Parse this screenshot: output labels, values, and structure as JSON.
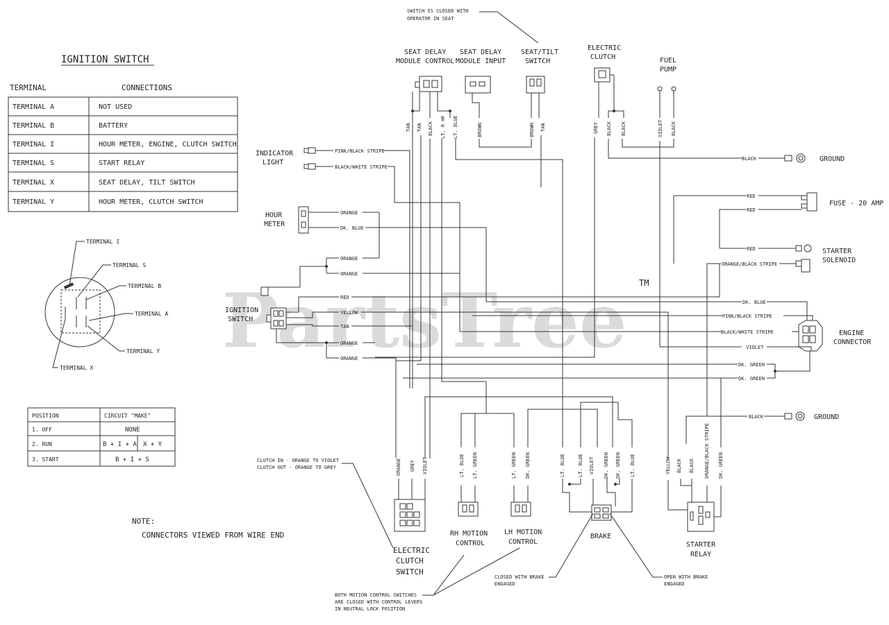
{
  "ignition": {
    "title": "IGNITION SWITCH",
    "col_terminal": "TERMINAL",
    "col_connections": "CONNECTIONS",
    "rows": [
      {
        "terminal": "TERMINAL  A",
        "conn": "NOT USED"
      },
      {
        "terminal": "TERMINAL  B",
        "conn": "BATTERY"
      },
      {
        "terminal": "TERMINAL  I",
        "conn": "HOUR METER, ENGINE, CLUTCH SWITCH"
      },
      {
        "terminal": "TERMINAL  S",
        "conn": "START RELAY"
      },
      {
        "terminal": "TERMINAL  X",
        "conn": "SEAT DELAY, TILT SWITCH"
      },
      {
        "terminal": "TERMINAL  Y",
        "conn": "HOUR METER, CLUTCH SWITCH"
      }
    ],
    "switch_labels": {
      "i": "TERMINAL I",
      "s": "TERMINAL S",
      "b": "TERMINAL B",
      "a": "TERMINAL A",
      "y": "TERMINAL Y",
      "x": "TERMINAL X"
    }
  },
  "positions": {
    "h1": "POSITION",
    "h2": "CIRCUIT \"MAKE\"",
    "r1a": "1. OFF",
    "r1b": "NONE",
    "r2a": "2. RUN",
    "r2b": "B + I + A",
    "r2c": "X + Y",
    "r3a": "3. START",
    "r3b": "B + I + S"
  },
  "note": {
    "l1": "NOTE:",
    "l2": "CONNECTORS VIEWED FROM WIRE END"
  },
  "watermark": {
    "text": "PartsTree",
    "tm": "TM"
  },
  "components": {
    "seat_closed_1": "SWITCH IS CLOSED WITH",
    "seat_closed_2": "OPERATOR IN SEAT",
    "sdmc_1": "SEAT DELAY",
    "sdmc_2": "MODULE CONTROL",
    "sdmi_1": "SEAT DELAY",
    "sdmi_2": "MODULE INPUT",
    "seat_1": "SEAT/TILT",
    "seat_2": "SWITCH",
    "eclutch_1": "ELECTRIC",
    "eclutch_2": "CLUTCH",
    "fuel_1": "FUEL",
    "fuel_2": "PUMP",
    "ground1": "GROUND",
    "fuse": "FUSE - 20 AMP",
    "starter_sol_1": "STARTER",
    "starter_sol_2": "SOLENOID",
    "engine_1": "ENGINE",
    "engine_2": "CONNECTOR",
    "ground2": "GROUND",
    "indicator_1": "INDICATOR",
    "indicator_2": "LIGHT",
    "hour_1": "HOUR",
    "hour_2": "METER",
    "ign_1": "IGNITION",
    "ign_2": "SWITCH",
    "clutch_note_1": "CLUTCH IN - ORANGE TO VIOLET",
    "clutch_note_2": "CLUTCH OUT - ORANGE TO GREY",
    "ecs_1": "ELECTRIC",
    "ecs_2": "CLUTCH",
    "ecs_3": "SWITCH",
    "rh_1": "RH MOTION",
    "rh_2": "CONTROL",
    "lh_1": "LH MOTION",
    "lh_2": "CONTROL",
    "brake": "BRAKE",
    "relay_1": "STARTER",
    "relay_2": "RELAY",
    "closed_brake_1": "CLOSED WITH BRAKE",
    "closed_brake_2": "ENGAGED",
    "open_brake_1": "OPEN WITH BRAKE",
    "open_brake_2": "ENGAGED",
    "motion_note_1": "BOTH MOTION CONTROL SWITCHES",
    "motion_note_2": "ARE CLOSED WITH CONTROL LEVERS",
    "motion_note_3": "IN NEUTRAL LOCK POSITION"
  },
  "wires": {
    "tan": "TAN",
    "black": "BLACK",
    "lt_blue": "LT. BLUE",
    "brown": "BROWN",
    "grey": "GREY",
    "violet": "VIOLET",
    "red": "RED",
    "orange": "ORANGE",
    "dk_blue": "DK. BLUE",
    "yellow": "YELLOW",
    "dk_green": "DK. GREEN",
    "lt_green": "LT. GREEN",
    "pink_black": "PINK/BLACK STRIPE",
    "black_white": "BLACK/WHITE STRIPE",
    "orange_black": "ORANGE/BLACK STRIPE",
    "lt_rhf": "LT. R HF"
  }
}
